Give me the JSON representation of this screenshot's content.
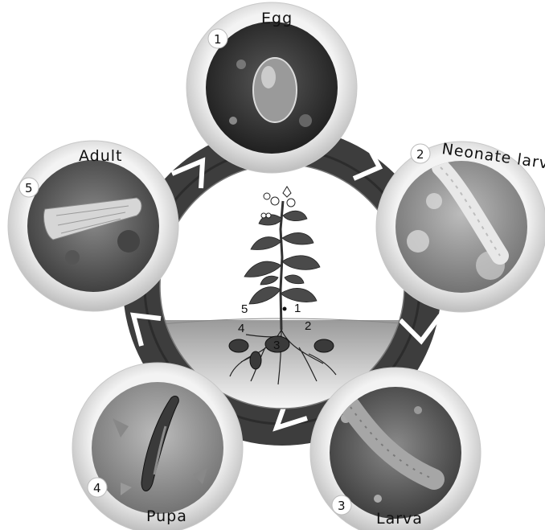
{
  "stages": [
    {
      "number": "1",
      "label": "Egg",
      "icon": "egg-photo"
    },
    {
      "number": "2",
      "label": "Neonate larva",
      "icon": "neonate-larva-photo"
    },
    {
      "number": "3",
      "label": "Larva",
      "icon": "larva-photo"
    },
    {
      "number": "4",
      "label": "Pupa",
      "icon": "pupa-photo"
    },
    {
      "number": "5",
      "label": "Adult",
      "icon": "adult-moth-photo"
    }
  ],
  "plant_markers": [
    "1",
    "2",
    "3",
    "4",
    "5"
  ],
  "colors": {
    "ring": "#3d3d3d",
    "bezel_light": "#e9e9e9",
    "bezel_dark": "#bdbdbd",
    "soil_dark": "#2a2a2a",
    "center": "#ffffff"
  }
}
